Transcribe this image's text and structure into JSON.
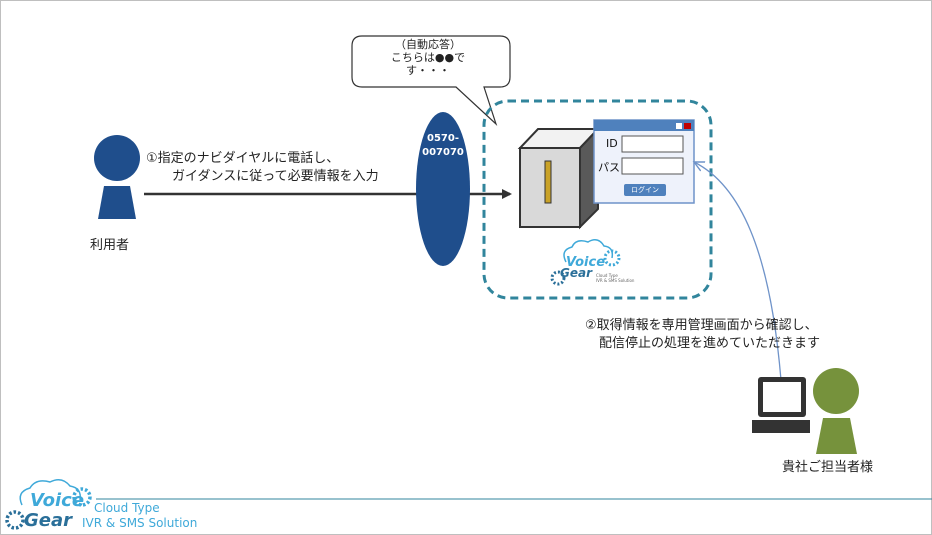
{
  "user": {
    "label": "利用者"
  },
  "step1": {
    "line1": "①指定のナビダイヤルに電話し、",
    "line2": "ガイダンスに従って必要情報を入力"
  },
  "phone": {
    "line1": "0570-",
    "line2": "007070"
  },
  "bubble": {
    "line1": "（自動応答）",
    "line2": "こちらは●●で",
    "line3": "す・・・"
  },
  "login_window": {
    "id_label": "ID",
    "pass_label": "パス",
    "login_button": "ログイン"
  },
  "logo_small": {
    "voice": "Voice",
    "gear": "Gear",
    "sub1": "Cloud Type",
    "sub2": "IVR & SMS Solution"
  },
  "step2": {
    "line1": "②取得情報を専用管理画面から確認し、",
    "line2": "配信停止の処理を進めていただきます"
  },
  "admin": {
    "label": "貴社ご担当者様"
  },
  "footer_logo": {
    "voice": "Voice",
    "gear": "Gear",
    "cloud_type": "Cloud Type",
    "solution": "IVR & SMS Solution"
  },
  "colors": {
    "navy": "#1f4e8c",
    "olive": "#76923c",
    "teal": "#31859c",
    "accent": "#3fa9d9"
  }
}
